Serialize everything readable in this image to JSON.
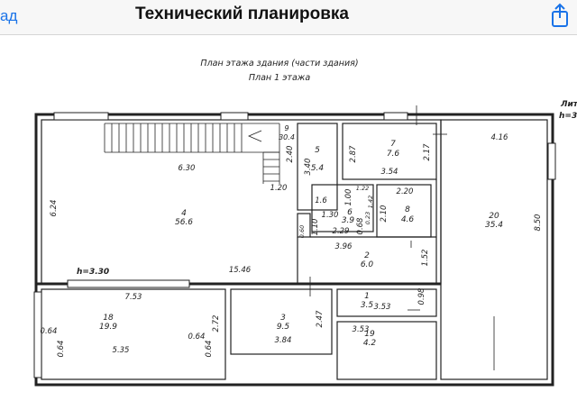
{
  "header": {
    "back_label": "ад",
    "title": "Технический планировка",
    "share_icon": "share-icon"
  },
  "plan": {
    "heading1": "План этажа здания (части здания)",
    "heading2": "План 1 этажа",
    "corner_label1": "Лит",
    "corner_label2": "h=3.",
    "height_label": "h=3.30",
    "rooms": [
      {
        "num": "4",
        "area": "56.6"
      },
      {
        "num": "5",
        "area": "5.4"
      },
      {
        "num": "7",
        "area": "7.6"
      },
      {
        "num": "9",
        "area": "30.4"
      },
      {
        "num": "6",
        "area": "3.9"
      },
      {
        "num": "8",
        "area": "4.6"
      },
      {
        "num": "20",
        "area": "35.4"
      },
      {
        "num": "2",
        "area": "6.0"
      },
      {
        "num": "18",
        "area": "19.9"
      },
      {
        "num": "3",
        "area": "9.5"
      },
      {
        "num": "1",
        "area": "3.5"
      },
      {
        "num": "19",
        "area": "4.2"
      }
    ],
    "dims": {
      "d630": "6.30",
      "d624": "6.24",
      "d1546": "15.46",
      "d120": "1.20",
      "d16": "1.6",
      "d340": "3.40",
      "d287": "2.87",
      "d354": "3.54",
      "d217": "2.17",
      "d416": "4.16",
      "d850": "8.50",
      "d100": "1.00",
      "d122": "1.22",
      "d220": "2.20",
      "d210": "2.10",
      "d130": "1.30",
      "d110": "1.10",
      "d060": "0.60",
      "d229": "2.29",
      "d023": "0.23",
      "d068": "0.68",
      "d142": "1.42",
      "d396": "3.96",
      "d152": "1.52",
      "d240": "2.40",
      "d753": "7.53",
      "d272": "2.72",
      "d064a": "0.64",
      "d064b": "0.64",
      "d064c": "0.64",
      "d064d": "0.64",
      "d535": "5.35",
      "d247": "2.47",
      "d384": "3.84",
      "d353a": "3.53",
      "d353b": "3.53",
      "d098": "0.98"
    }
  }
}
